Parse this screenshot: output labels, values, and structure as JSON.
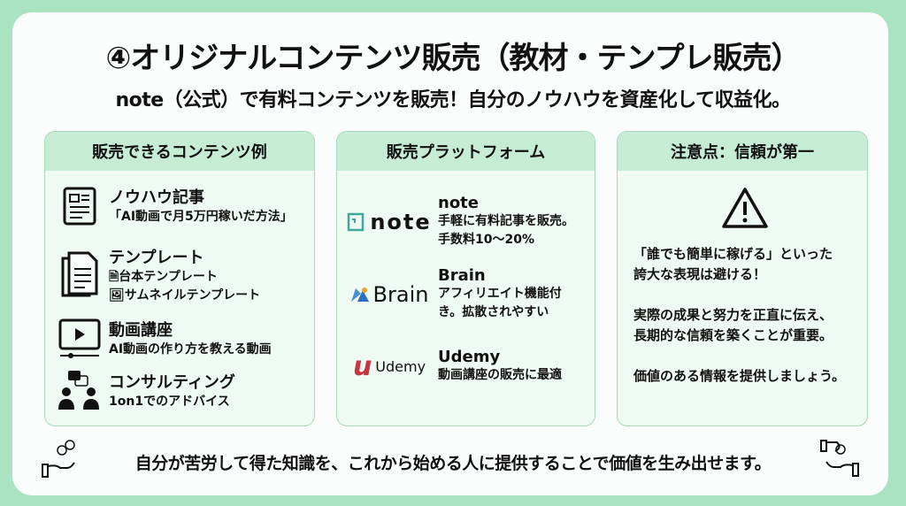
{
  "title": "④オリジナルコンテンツ販売（教材・テンプレ販売）",
  "subtitle": "note（公式）で有料コンテンツを販売！自分のノウハウを資産化して収益化。",
  "panels": {
    "examples": {
      "header": "販売できるコンテンツ例",
      "items": [
        {
          "title": "ノウハウ記事",
          "desc": "「AI動画で月5万円稼いだ方法」"
        },
        {
          "title": "テンプレート",
          "desc1": "台本テンプレート",
          "desc2": "サムネイルテンプレート"
        },
        {
          "title": "動画講座",
          "desc": "AI動画の作り方を教える動画"
        },
        {
          "title": "コンサルティング",
          "desc": "1on1でのアドバイス"
        }
      ]
    },
    "platforms": {
      "header": "販売プラットフォーム",
      "items": [
        {
          "logo": "note",
          "name": "note",
          "desc1": "手軽に有料記事を販売。",
          "desc2": "手数料10〜20%"
        },
        {
          "logo": "Brain",
          "name": "Brain",
          "desc1": "アフィリエイト機能付",
          "desc2": "き。拡散されやすい"
        },
        {
          "logo": "Udemy",
          "name": "Udemy",
          "desc1": "動画講座の販売に最適"
        }
      ]
    },
    "caution": {
      "header": "注意点：信頼が第一",
      "p1a": "「誰でも簡単に稼げる」といった",
      "p1b": "誇大な表現は避ける！",
      "p2a": "実際の成果と努力を正直に伝え、",
      "p2b": "長期的な信頼を築くことが重要。",
      "p3": "価値のある情報を提供しましょう。"
    }
  },
  "footer": "自分が苦労して得た知識を、これから始める人に提供することで価値を生み出せます。",
  "colors": {
    "background": "#a9e3c2",
    "panel_header": "#c6ecd5",
    "note_logo": "#3fa89a",
    "udemy": "#c7353f"
  }
}
